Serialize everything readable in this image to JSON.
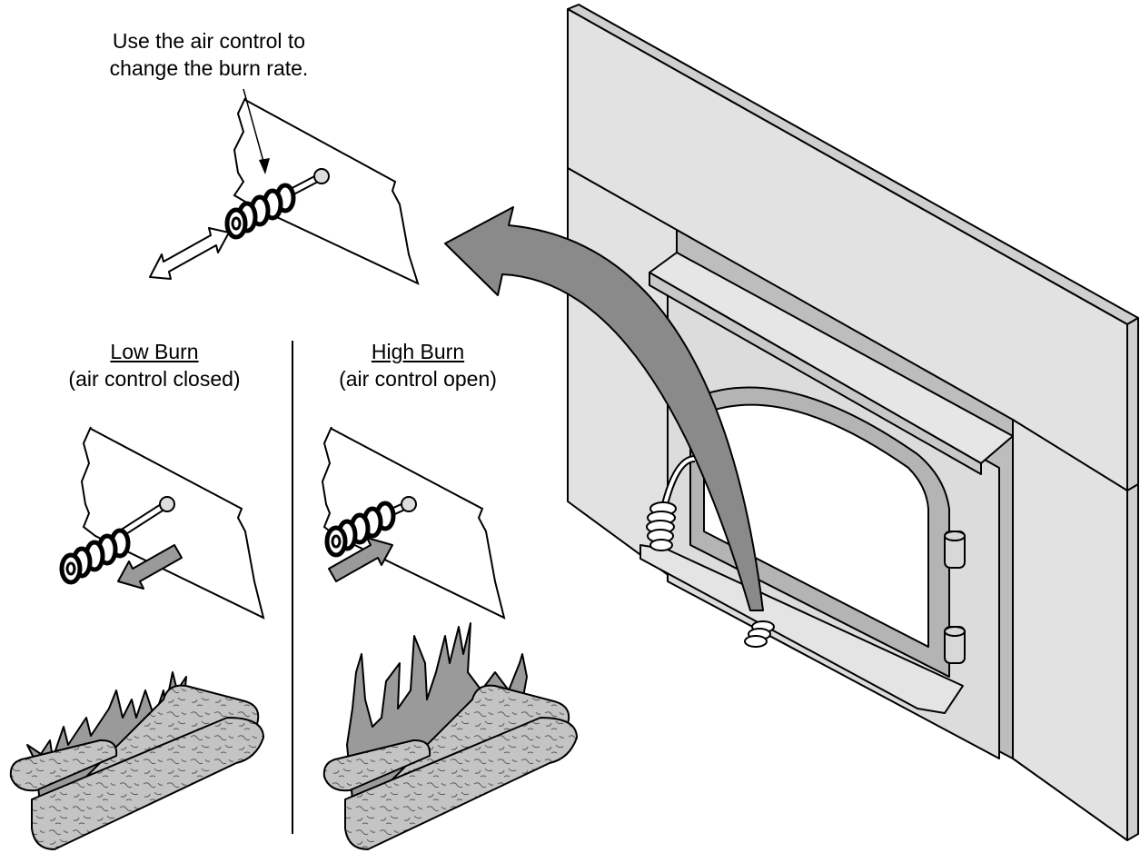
{
  "diagram": {
    "caption": {
      "line1": "Use the air control to",
      "line2": "change the burn rate."
    },
    "low_burn": {
      "title": "Low Burn",
      "subtitle": "(air control closed)"
    },
    "high_burn": {
      "title": "High Burn",
      "subtitle": "(air control open)"
    }
  },
  "colors": {
    "line": "#000000",
    "panel_light": "#e2e2e2",
    "panel_mid": "#d0d0d0",
    "door_frame": "#b4b4b4",
    "big_arrow": "#8a8a8a",
    "small_arrow": "#9a9a9a",
    "log": "#c4c4c4",
    "flame": "#9a9a9a",
    "flame_dark": "#7a7a7a"
  }
}
